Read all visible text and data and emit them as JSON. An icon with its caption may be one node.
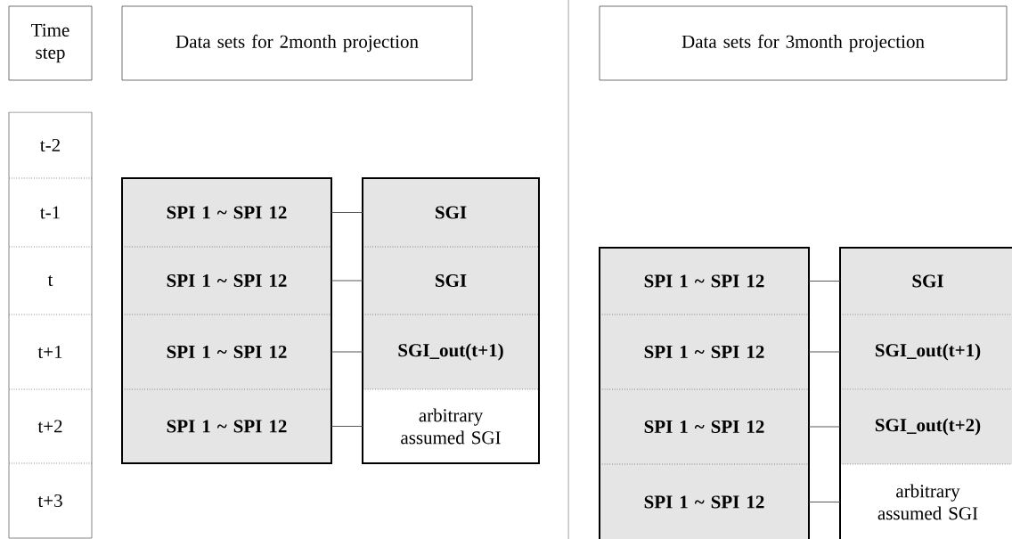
{
  "diagram": {
    "nodes": [
      {
        "text": [
          "Time step"
        ]
      },
      {
        "text": [
          "Data sets for 2month projection"
        ]
      },
      {
        "text": [
          "Data sets for 3month projection"
        ]
      },
      {
        "text": [],
        "shape": "box"
      },
      {
        "text": [
          "t-2"
        ],
        "in": 3
      },
      {
        "text": [
          "t-1"
        ],
        "in": 3
      },
      {
        "text": [
          "t"
        ],
        "in": 3
      },
      {
        "text": [
          "t+1"
        ],
        "in": 3
      },
      {
        "text": [
          "t+2"
        ],
        "in": 3
      },
      {
        "text": [
          "t+3"
        ],
        "in": 3
      },
      {
        "text": [],
        "shape": "box"
      },
      {
        "text": [
          "SPI 1 ~ SPI 12"
        ],
        "in": 10
      },
      {
        "text": [
          "SPI 1 ~ SPI 12"
        ],
        "in": 10
      },
      {
        "text": [
          "SPI 1 ~ SPI 12"
        ],
        "in": 10
      },
      {
        "text": [
          "SPI 1 ~ SPI 12"
        ],
        "in": 10
      },
      {
        "text": [],
        "shape": "box"
      },
      {
        "text": [
          "SGI"
        ],
        "in": 15
      },
      {
        "text": [
          "SGI"
        ],
        "in": 15
      },
      {
        "text": [
          "SGI_out(t+1)"
        ],
        "in": 15
      },
      {
        "text": [
          "arbitrary assumed SGI"
        ],
        "in": 15
      },
      {
        "text": [],
        "shape": "box"
      },
      {
        "text": [
          "SPI 1 ~ SPI 12"
        ],
        "in": 20
      },
      {
        "text": [
          "SPI 1 ~ SPI 12"
        ],
        "in": 20
      },
      {
        "text": [
          "SPI 1 ~ SPI 12"
        ],
        "in": 20
      },
      {
        "text": [
          "SPI 1 ~ SPI 12"
        ],
        "in": 20
      },
      {
        "text": [],
        "shape": "box"
      },
      {
        "text": [
          "SGI"
        ],
        "in": 25
      },
      {
        "text": [
          "SGI_out(t+1)"
        ],
        "in": 25
      },
      {
        "text": [
          "SGI_out(t+2)"
        ],
        "in": 25
      },
      {
        "text": [
          "arbitrary assumed SGI"
        ],
        "in": 25
      }
    ],
    "edges": [
      {
        "from": 11,
        "to": 16,
        "arrow": "none"
      },
      {
        "from": 12,
        "to": 17,
        "arrow": "none"
      },
      {
        "from": 13,
        "to": 18,
        "arrow": "none"
      },
      {
        "from": 14,
        "to": 19,
        "arrow": "none"
      },
      {
        "from": 21,
        "to": 26,
        "arrow": "none"
      },
      {
        "from": 22,
        "to": 27,
        "arrow": "none"
      },
      {
        "from": 23,
        "to": 28,
        "arrow": "none"
      },
      {
        "from": 24,
        "to": 29,
        "arrow": "none"
      }
    ]
  }
}
